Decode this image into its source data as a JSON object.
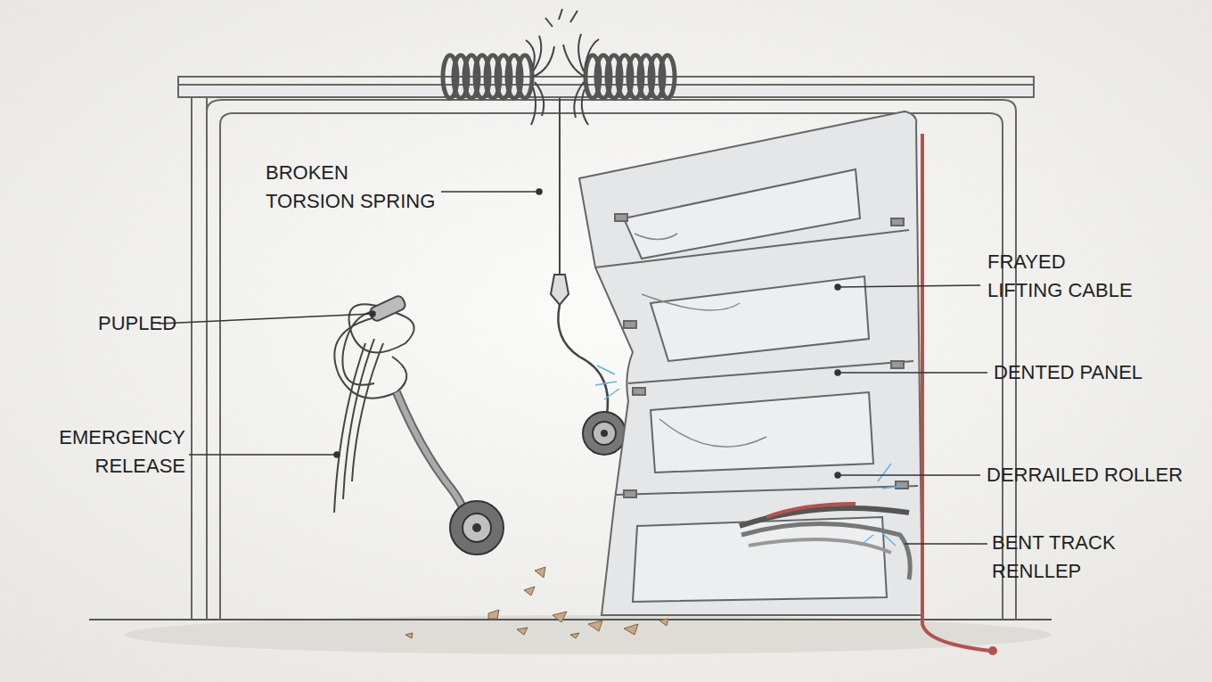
{
  "diagram": {
    "labels": [
      "BROKEN TORSION SPRING",
      "PUPLED",
      "EMERGENCY RELEASE",
      "FRAYED LIFTING CABLE",
      "DENTED PANEL",
      "DERRAILED ROLLER",
      "BENT TRACK RENLLEP"
    ]
  }
}
